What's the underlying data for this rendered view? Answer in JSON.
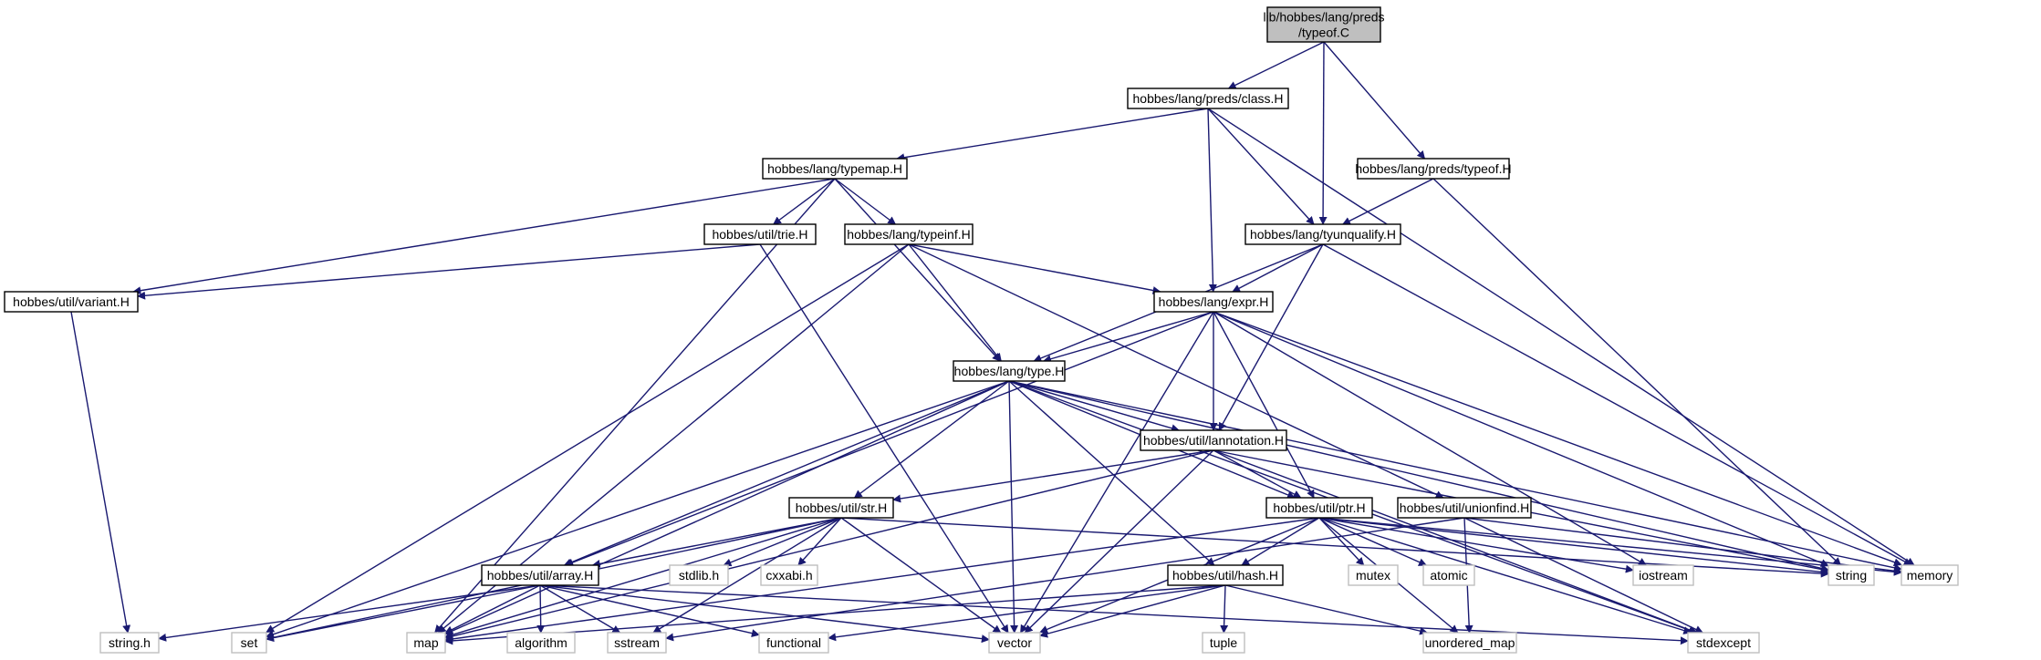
{
  "colors": {
    "edge": "#191970",
    "node_border": "#000000",
    "external_border": "#bfbfbf",
    "root_fill": "#bfbfbf",
    "node_fill": "#ffffff",
    "external_text": "#000000"
  },
  "nodes": {
    "root": {
      "lines": [
        "lib/hobbes/lang/preds",
        "/typeof.C"
      ],
      "kind": "root"
    },
    "class_h": {
      "lines": [
        "hobbes/lang/preds/class.H"
      ],
      "kind": "header"
    },
    "typemap_h": {
      "lines": [
        "hobbes/lang/typemap.H"
      ],
      "kind": "header"
    },
    "preds_typeof_h": {
      "lines": [
        "hobbes/lang/preds/typeof.H"
      ],
      "kind": "header"
    },
    "trie_h": {
      "lines": [
        "hobbes/util/trie.H"
      ],
      "kind": "header"
    },
    "typeinf_h": {
      "lines": [
        "hobbes/lang/typeinf.H"
      ],
      "kind": "header"
    },
    "tyunqualify_h": {
      "lines": [
        "hobbes/lang/tyunqualify.H"
      ],
      "kind": "header"
    },
    "variant_h": {
      "lines": [
        "hobbes/util/variant.H"
      ],
      "kind": "header"
    },
    "expr_h": {
      "lines": [
        "hobbes/lang/expr.H"
      ],
      "kind": "header"
    },
    "type_h": {
      "lines": [
        "hobbes/lang/type.H"
      ],
      "kind": "header"
    },
    "lannotation_h": {
      "lines": [
        "hobbes/util/lannotation.H"
      ],
      "kind": "header"
    },
    "str_h": {
      "lines": [
        "hobbes/util/str.H"
      ],
      "kind": "header"
    },
    "ptr_h": {
      "lines": [
        "hobbes/util/ptr.H"
      ],
      "kind": "header"
    },
    "unionfind_h": {
      "lines": [
        "hobbes/util/unionfind.H"
      ],
      "kind": "header"
    },
    "array_h": {
      "lines": [
        "hobbes/util/array.H"
      ],
      "kind": "header"
    },
    "hash_h": {
      "lines": [
        "hobbes/util/hash.H"
      ],
      "kind": "header"
    },
    "stdlib_h": {
      "lines": [
        "stdlib.h"
      ],
      "kind": "external"
    },
    "cxxabi_h": {
      "lines": [
        "cxxabi.h"
      ],
      "kind": "external"
    },
    "mutex": {
      "lines": [
        "mutex"
      ],
      "kind": "external"
    },
    "atomic": {
      "lines": [
        "atomic"
      ],
      "kind": "external"
    },
    "iostream": {
      "lines": [
        "iostream"
      ],
      "kind": "external"
    },
    "string": {
      "lines": [
        "string"
      ],
      "kind": "external"
    },
    "memory": {
      "lines": [
        "memory"
      ],
      "kind": "external"
    },
    "string_h": {
      "lines": [
        "string.h"
      ],
      "kind": "external"
    },
    "set": {
      "lines": [
        "set"
      ],
      "kind": "external"
    },
    "map": {
      "lines": [
        "map"
      ],
      "kind": "external"
    },
    "algorithm": {
      "lines": [
        "algorithm"
      ],
      "kind": "external"
    },
    "sstream": {
      "lines": [
        "sstream"
      ],
      "kind": "external"
    },
    "functional": {
      "lines": [
        "functional"
      ],
      "kind": "external"
    },
    "vector": {
      "lines": [
        "vector"
      ],
      "kind": "external"
    },
    "tuple": {
      "lines": [
        "tuple"
      ],
      "kind": "external"
    },
    "unordered_map": {
      "lines": [
        "unordered_map"
      ],
      "kind": "external"
    },
    "stdexcept": {
      "lines": [
        "stdexcept"
      ],
      "kind": "external"
    }
  },
  "edges": [
    [
      "root",
      "class_h"
    ],
    [
      "root",
      "tyunqualify_h"
    ],
    [
      "root",
      "preds_typeof_h"
    ],
    [
      "class_h",
      "typemap_h"
    ],
    [
      "class_h",
      "expr_h"
    ],
    [
      "class_h",
      "tyunqualify_h"
    ],
    [
      "class_h",
      "memory"
    ],
    [
      "typemap_h",
      "variant_h"
    ],
    [
      "typemap_h",
      "trie_h"
    ],
    [
      "typemap_h",
      "typeinf_h"
    ],
    [
      "typemap_h",
      "type_h"
    ],
    [
      "typemap_h",
      "map"
    ],
    [
      "preds_typeof_h",
      "tyunqualify_h"
    ],
    [
      "preds_typeof_h",
      "string"
    ],
    [
      "trie_h",
      "variant_h"
    ],
    [
      "trie_h",
      "vector"
    ],
    [
      "typeinf_h",
      "expr_h"
    ],
    [
      "typeinf_h",
      "type_h"
    ],
    [
      "typeinf_h",
      "unionfind_h"
    ],
    [
      "typeinf_h",
      "map"
    ],
    [
      "typeinf_h",
      "set"
    ],
    [
      "tyunqualify_h",
      "expr_h"
    ],
    [
      "tyunqualify_h",
      "type_h"
    ],
    [
      "tyunqualify_h",
      "lannotation_h"
    ],
    [
      "tyunqualify_h",
      "memory"
    ],
    [
      "variant_h",
      "string_h"
    ],
    [
      "expr_h",
      "type_h"
    ],
    [
      "expr_h",
      "lannotation_h"
    ],
    [
      "expr_h",
      "ptr_h"
    ],
    [
      "expr_h",
      "array_h"
    ],
    [
      "expr_h",
      "vector"
    ],
    [
      "expr_h",
      "string"
    ],
    [
      "expr_h",
      "memory"
    ],
    [
      "expr_h",
      "iostream"
    ],
    [
      "type_h",
      "lannotation_h"
    ],
    [
      "type_h",
      "str_h"
    ],
    [
      "type_h",
      "ptr_h"
    ],
    [
      "type_h",
      "array_h"
    ],
    [
      "type_h",
      "hash_h"
    ],
    [
      "type_h",
      "vector"
    ],
    [
      "type_h",
      "map"
    ],
    [
      "type_h",
      "set"
    ],
    [
      "type_h",
      "string"
    ],
    [
      "type_h",
      "memory"
    ],
    [
      "type_h",
      "stdexcept"
    ],
    [
      "lannotation_h",
      "str_h"
    ],
    [
      "lannotation_h",
      "ptr_h"
    ],
    [
      "lannotation_h",
      "map"
    ],
    [
      "lannotation_h",
      "vector"
    ],
    [
      "lannotation_h",
      "string"
    ],
    [
      "lannotation_h",
      "stdexcept"
    ],
    [
      "str_h",
      "array_h"
    ],
    [
      "str_h",
      "stdlib_h"
    ],
    [
      "str_h",
      "cxxabi_h"
    ],
    [
      "str_h",
      "string"
    ],
    [
      "str_h",
      "map"
    ],
    [
      "str_h",
      "set"
    ],
    [
      "str_h",
      "sstream"
    ],
    [
      "str_h",
      "vector"
    ],
    [
      "ptr_h",
      "hash_h"
    ],
    [
      "ptr_h",
      "mutex"
    ],
    [
      "ptr_h",
      "atomic"
    ],
    [
      "ptr_h",
      "iostream"
    ],
    [
      "ptr_h",
      "string"
    ],
    [
      "ptr_h",
      "memory"
    ],
    [
      "ptr_h",
      "map"
    ],
    [
      "ptr_h",
      "vector"
    ],
    [
      "ptr_h",
      "unordered_map"
    ],
    [
      "ptr_h",
      "stdexcept"
    ],
    [
      "unionfind_h",
      "unordered_map"
    ],
    [
      "unionfind_h",
      "stdexcept"
    ],
    [
      "unionfind_h",
      "memory"
    ],
    [
      "unionfind_h",
      "sstream"
    ],
    [
      "array_h",
      "string_h"
    ],
    [
      "array_h",
      "set"
    ],
    [
      "array_h",
      "map"
    ],
    [
      "array_h",
      "algorithm"
    ],
    [
      "array_h",
      "sstream"
    ],
    [
      "array_h",
      "functional"
    ],
    [
      "array_h",
      "vector"
    ],
    [
      "array_h",
      "stdexcept"
    ],
    [
      "hash_h",
      "tuple"
    ],
    [
      "hash_h",
      "vector"
    ],
    [
      "hash_h",
      "functional"
    ],
    [
      "hash_h",
      "map"
    ],
    [
      "hash_h",
      "unordered_map"
    ]
  ]
}
